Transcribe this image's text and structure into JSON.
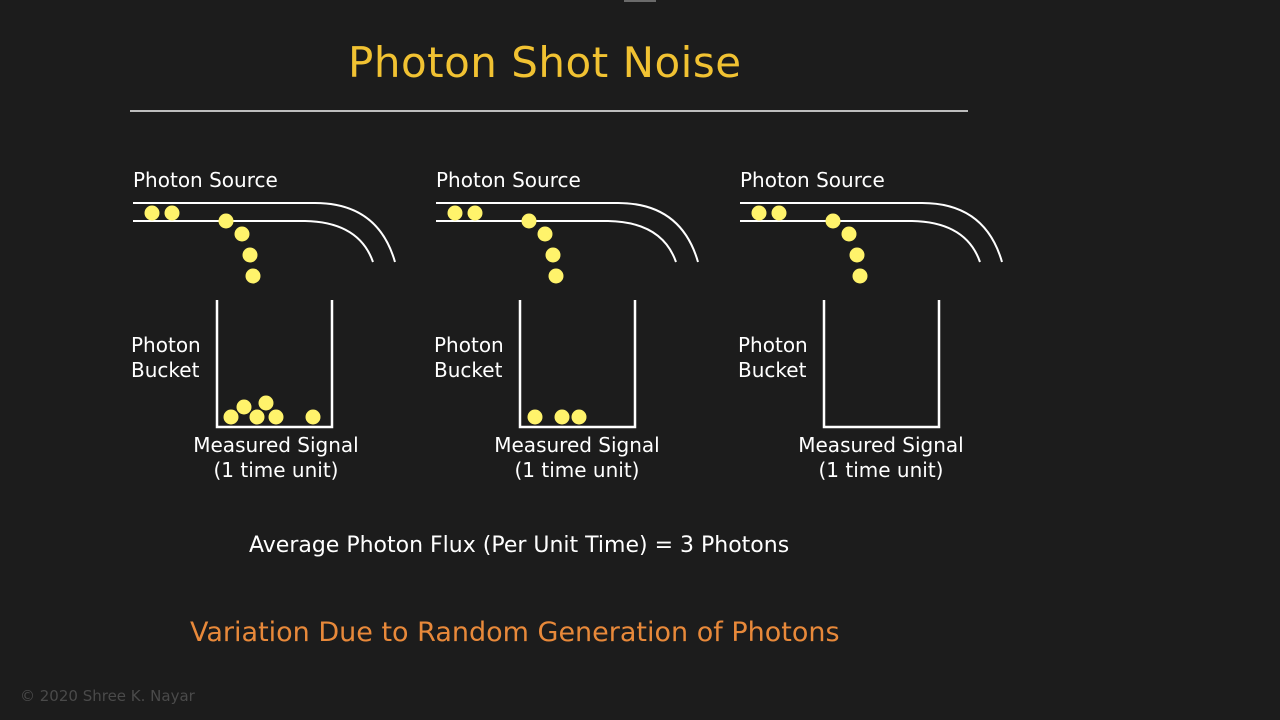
{
  "title": "Photon Shot Noise",
  "panels": [
    {
      "source_label": "Photon Source",
      "bucket_label_line1": "Photon",
      "bucket_label_line2": "Bucket",
      "measured_line1": "Measured Signal",
      "measured_line2": "(1 time unit)",
      "photons_collected": 6
    },
    {
      "source_label": "Photon Source",
      "bucket_label_line1": "Photon",
      "bucket_label_line2": "Bucket",
      "measured_line1": "Measured Signal",
      "measured_line2": "(1 time unit)",
      "photons_collected": 3
    },
    {
      "source_label": "Photon Source",
      "bucket_label_line1": "Photon",
      "bucket_label_line2": "Bucket",
      "measured_line1": "Measured Signal",
      "measured_line2": "(1 time unit)",
      "photons_collected": 0
    }
  ],
  "flux_text": "Average Photon Flux (Per Unit Time) = 3 Photons",
  "variation_text": "Variation Due to Random Generation of Photons",
  "copyright": "© 2020 Shree K. Nayar",
  "colors": {
    "background": "#1c1c1c",
    "title": "#f1c232",
    "photon": "#fff36b",
    "variation": "#e8893a",
    "line": "#ffffff"
  }
}
